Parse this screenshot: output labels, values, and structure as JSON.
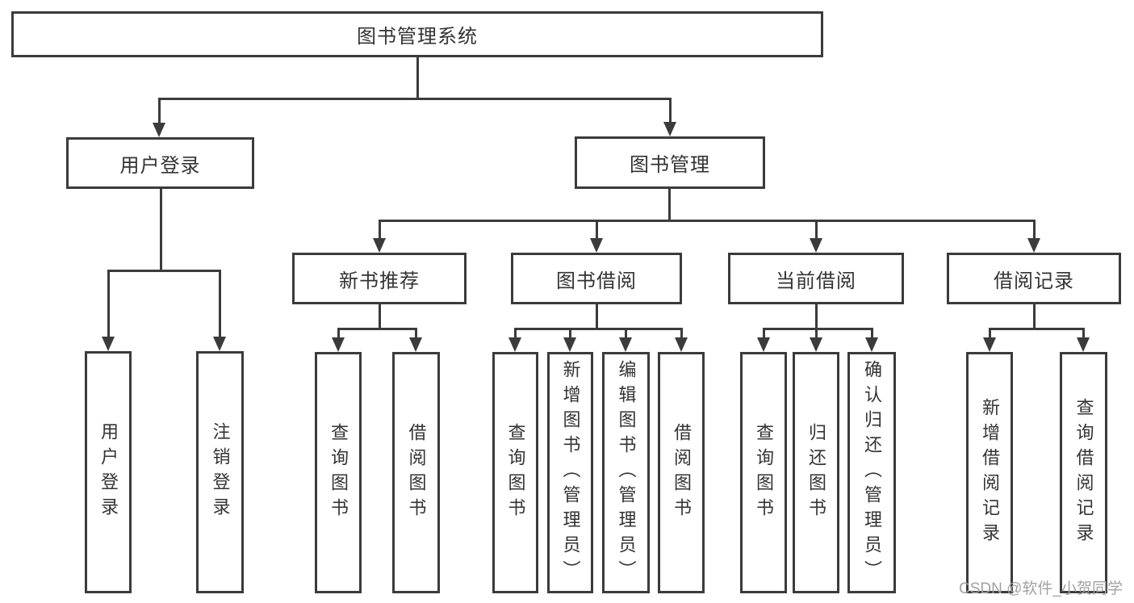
{
  "tree": {
    "label": "图书管理系统",
    "children": [
      {
        "label": "用户登录",
        "children": [
          {
            "label": "用户登录"
          },
          {
            "label": "注销登录"
          }
        ]
      },
      {
        "label": "图书管理",
        "children": [
          {
            "label": "新书推荐",
            "children": [
              {
                "label": "查询图书"
              },
              {
                "label": "借阅图书"
              }
            ]
          },
          {
            "label": "图书借阅",
            "children": [
              {
                "label": "查询图书"
              },
              {
                "label": "新增图书（管理员）"
              },
              {
                "label": "编辑图书（管理员）"
              },
              {
                "label": "借阅图书"
              }
            ]
          },
          {
            "label": "当前借阅",
            "children": [
              {
                "label": "查询图书"
              },
              {
                "label": "归还图书"
              },
              {
                "label": "确认归还（管理员）"
              }
            ]
          },
          {
            "label": "借阅记录",
            "children": [
              {
                "label": "新增借阅记录"
              },
              {
                "label": "查询借阅记录"
              }
            ]
          }
        ]
      }
    ]
  },
  "watermark": {
    "text": "CSDN @软件_小贺同学"
  },
  "colors": {
    "line": "#3b3b3b",
    "text": "#333333",
    "background": "#ffffff",
    "watermark": "#a2a2a2"
  }
}
